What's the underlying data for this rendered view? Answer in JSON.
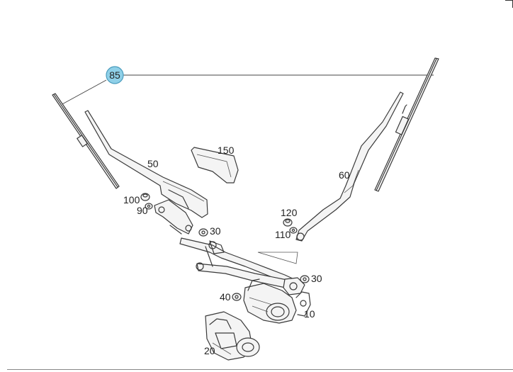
{
  "diagram": {
    "callouts": {
      "c85": "85",
      "c150": "150",
      "c50": "50",
      "c60": "60",
      "c100": "100",
      "c90": "90",
      "c120": "120",
      "c110": "110",
      "c30a": "30",
      "c30b": "30",
      "c40": "40",
      "c10": "10",
      "c20": "20"
    },
    "highlight_color": "#8fd0e8"
  }
}
